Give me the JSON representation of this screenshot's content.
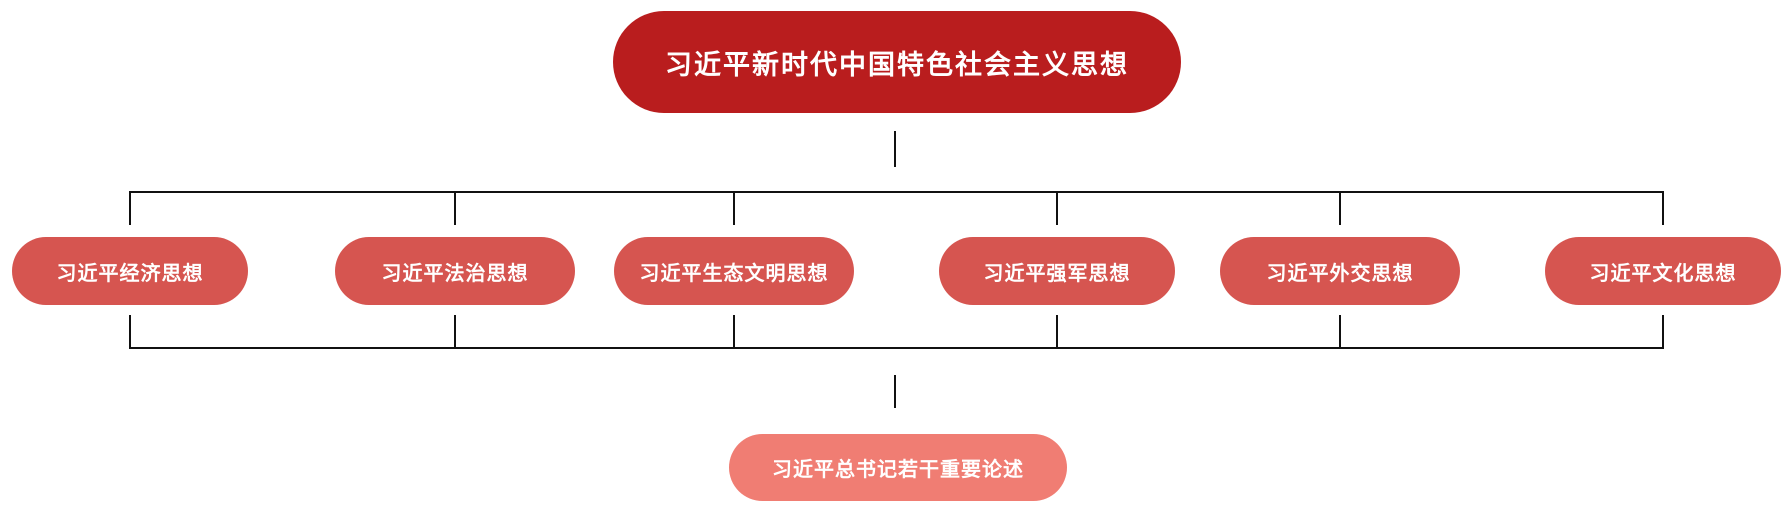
{
  "diagram": {
    "type": "org-chart",
    "nodes": {
      "root": {
        "label": "习近平新时代中国特色社会主义思想"
      },
      "children": [
        {
          "label": "习近平经济思想"
        },
        {
          "label": "习近平法治思想"
        },
        {
          "label": "习近平生态文明思想"
        },
        {
          "label": "习近平强军思想"
        },
        {
          "label": "习近平外交思想"
        },
        {
          "label": "习近平文化思想"
        }
      ],
      "bottom": {
        "label": "习近平总书记若干重要论述"
      }
    },
    "edges": [
      "root -> top-rail",
      "top-rail -> each child",
      "each child -> bottom-rail",
      "bottom-rail -> bottom"
    ]
  },
  "colors": {
    "root_node": "#B91D1E",
    "child_node": "#D65550",
    "bottom_node": "#F07D73",
    "line": "#111111",
    "text": "#FFFFFF",
    "background": "#FFFFFF"
  }
}
